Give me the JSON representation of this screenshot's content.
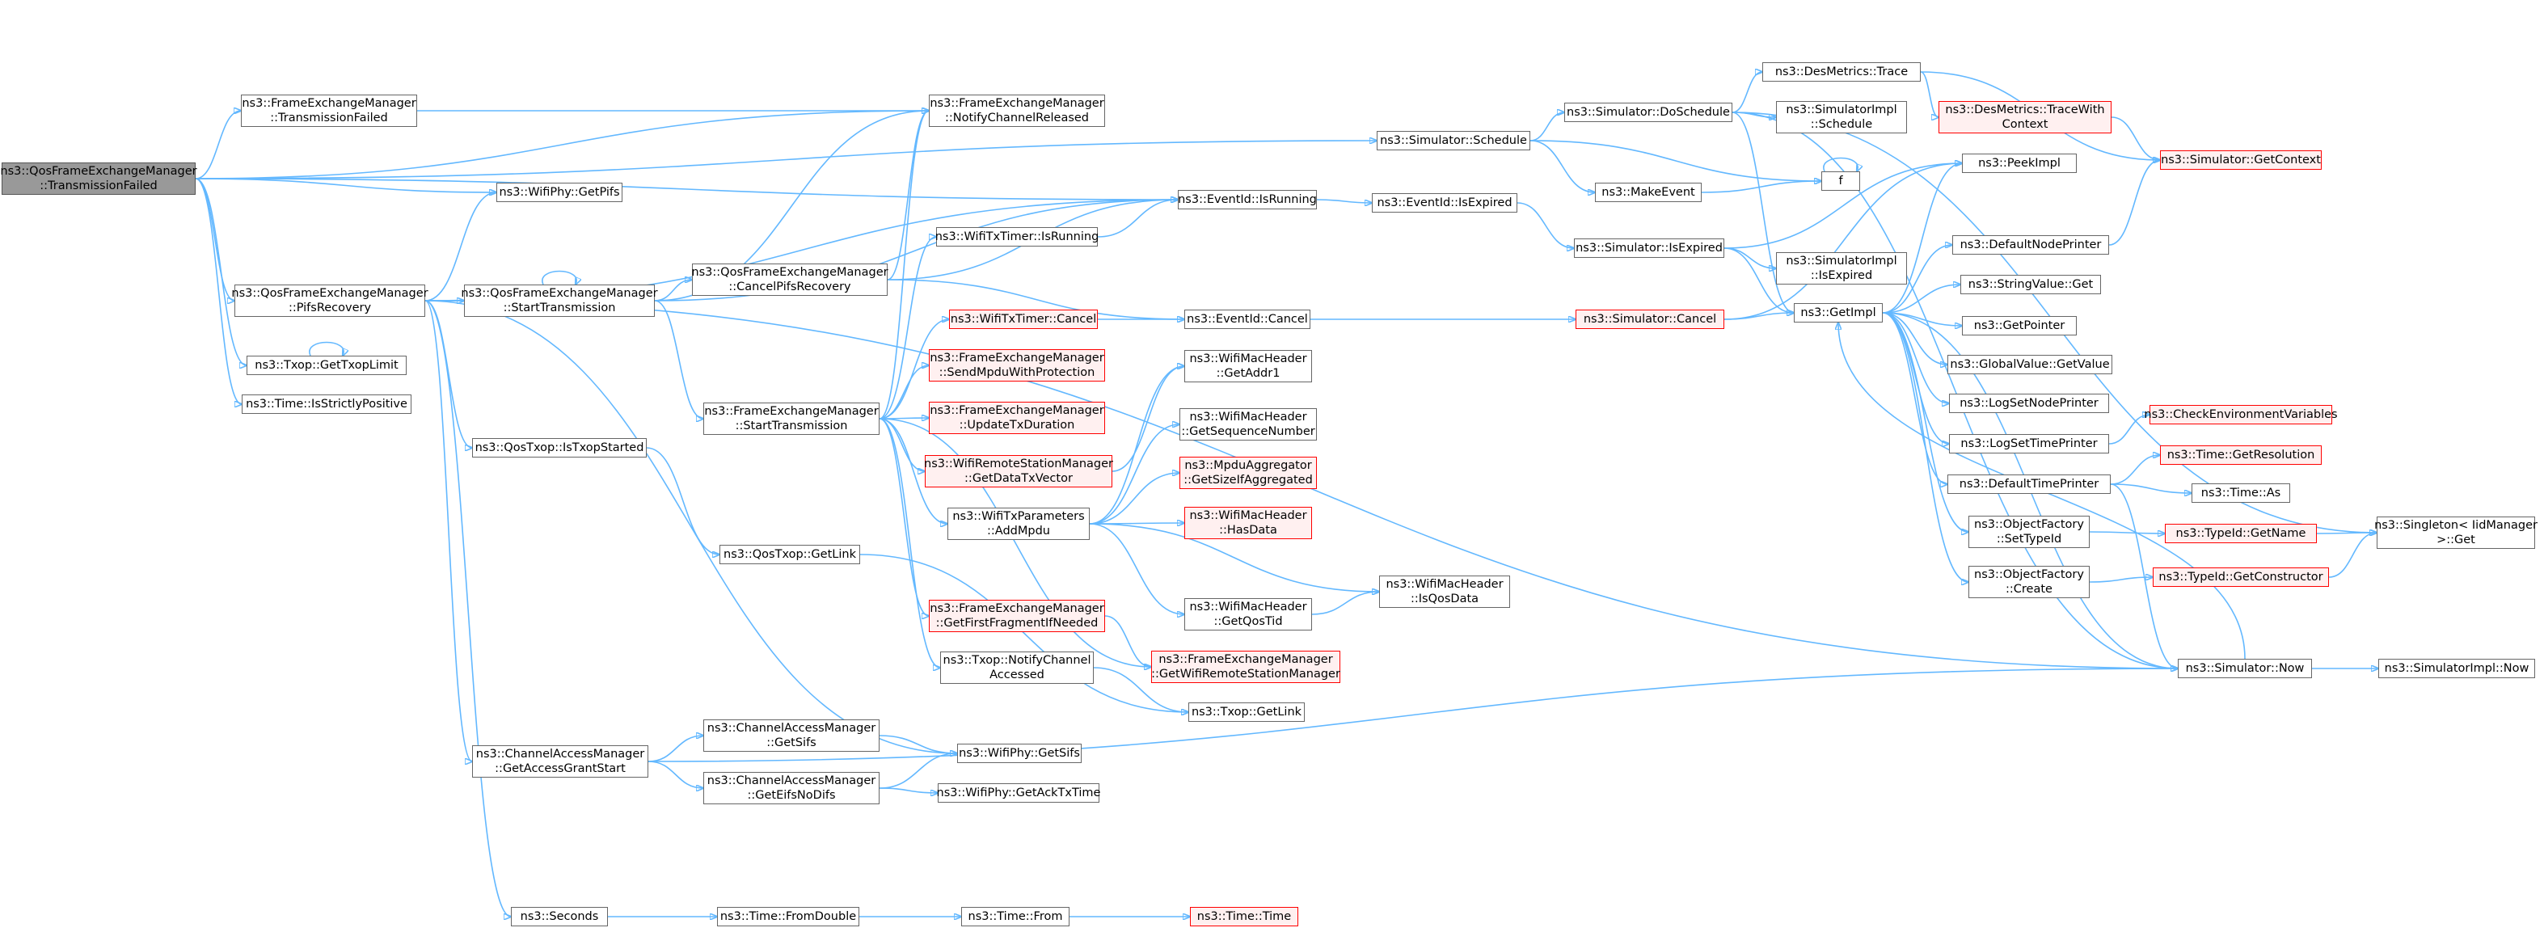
{
  "diagram": {
    "colors": {
      "edge": "#63b8ff",
      "node_border": "#666666",
      "node_fill": "#ffffff",
      "root_fill": "#999999",
      "truncated_border": "#ff0000",
      "truncated_fill": "#fff0f0"
    },
    "nodes": [
      {
        "id": "root",
        "lines": [
          "ns3::QosFrameExchangeManager",
          "::TransmissionFailed"
        ],
        "style": "root"
      },
      {
        "id": "fem_txfailed",
        "lines": [
          "ns3::FrameExchangeManager",
          "::TransmissionFailed"
        ],
        "style": "normal"
      },
      {
        "id": "fem_notify",
        "lines": [
          "ns3::FrameExchangeManager",
          "::NotifyChannelReleased"
        ],
        "style": "normal"
      },
      {
        "id": "wifiphy_getpifs",
        "lines": [
          "ns3::WifiPhy::GetPifs"
        ],
        "style": "normal"
      },
      {
        "id": "qfem_pifs",
        "lines": [
          "ns3::QosFrameExchangeManager",
          "::PifsRecovery"
        ],
        "style": "normal"
      },
      {
        "id": "txop_gettxoplimit",
        "lines": [
          "ns3::Txop::GetTxopLimit"
        ],
        "style": "normal"
      },
      {
        "id": "time_isstrictlypos",
        "lines": [
          "ns3::Time::IsStrictlyPositive"
        ],
        "style": "normal"
      },
      {
        "id": "qfem_start",
        "lines": [
          "ns3::QosFrameExchangeManager",
          "::StartTransmission"
        ],
        "style": "normal"
      },
      {
        "id": "qfem_cancelpifs",
        "lines": [
          "ns3::QosFrameExchangeManager",
          "::CancelPifsRecovery"
        ],
        "style": "normal"
      },
      {
        "id": "qostxop_istxopstarted",
        "lines": [
          "ns3::QosTxop::IsTxopStarted"
        ],
        "style": "normal"
      },
      {
        "id": "qostxop_getlink",
        "lines": [
          "ns3::QosTxop::GetLink"
        ],
        "style": "normal"
      },
      {
        "id": "fem_start",
        "lines": [
          "ns3::FrameExchangeManager",
          "::StartTransmission"
        ],
        "style": "normal"
      },
      {
        "id": "cam_grant",
        "lines": [
          "ns3::ChannelAccessManager",
          "::GetAccessGrantStart"
        ],
        "style": "normal"
      },
      {
        "id": "cam_getsifs",
        "lines": [
          "ns3::ChannelAccessManager",
          "::GetSifs"
        ],
        "style": "normal"
      },
      {
        "id": "cam_geteifs",
        "lines": [
          "ns3::ChannelAccessManager",
          "::GetEifsNoDifs"
        ],
        "style": "normal"
      },
      {
        "id": "seconds",
        "lines": [
          "ns3::Seconds"
        ],
        "style": "normal"
      },
      {
        "id": "time_fromdouble",
        "lines": [
          "ns3::Time::FromDouble"
        ],
        "style": "normal"
      },
      {
        "id": "time_from",
        "lines": [
          "ns3::Time::From"
        ],
        "style": "normal"
      },
      {
        "id": "time_time",
        "lines": [
          "ns3::Time::Time"
        ],
        "style": "red"
      },
      {
        "id": "wifitxtimer_isrunning",
        "lines": [
          "ns3::WifiTxTimer::IsRunning"
        ],
        "style": "normal"
      },
      {
        "id": "wifitxtimer_cancel",
        "lines": [
          "ns3::WifiTxTimer::Cancel"
        ],
        "style": "red"
      },
      {
        "id": "fem_sendmpdu",
        "lines": [
          "ns3::FrameExchangeManager",
          "::SendMpduWithProtection"
        ],
        "style": "red"
      },
      {
        "id": "fem_updatetx",
        "lines": [
          "ns3::FrameExchangeManager",
          "::UpdateTxDuration"
        ],
        "style": "red"
      },
      {
        "id": "wrsm_getdatatx",
        "lines": [
          "ns3::WifiRemoteStationManager",
          "::GetDataTxVector"
        ],
        "style": "red"
      },
      {
        "id": "wifitxparams_addmpdu",
        "lines": [
          "ns3::WifiTxParameters",
          "::AddMpdu"
        ],
        "style": "normal"
      },
      {
        "id": "fem_getfirstfrag",
        "lines": [
          "ns3::FrameExchangeManager",
          "::GetFirstFragmentIfNeeded"
        ],
        "style": "red"
      },
      {
        "id": "txop_notifychannel",
        "lines": [
          "ns3::Txop::NotifyChannel",
          "Accessed"
        ],
        "style": "normal"
      },
      {
        "id": "fem_getwrsm",
        "lines": [
          "ns3::FrameExchangeManager",
          "::GetWifiRemoteStationManager"
        ],
        "style": "red"
      },
      {
        "id": "txop_getlink",
        "lines": [
          "ns3::Txop::GetLink"
        ],
        "style": "normal"
      },
      {
        "id": "wifiphy_getsifs",
        "lines": [
          "ns3::WifiPhy::GetSifs"
        ],
        "style": "normal"
      },
      {
        "id": "wifiphy_getacktx",
        "lines": [
          "ns3::WifiPhy::GetAckTxTime"
        ],
        "style": "normal"
      },
      {
        "id": "eventid_isrunning",
        "lines": [
          "ns3::EventId::IsRunning"
        ],
        "style": "normal"
      },
      {
        "id": "eventid_cancel",
        "lines": [
          "ns3::EventId::Cancel"
        ],
        "style": "normal"
      },
      {
        "id": "eventid_isexpired",
        "lines": [
          "ns3::EventId::IsExpired"
        ],
        "style": "normal"
      },
      {
        "id": "wmh_getaddr1",
        "lines": [
          "ns3::WifiMacHeader",
          "::GetAddr1"
        ],
        "style": "normal"
      },
      {
        "id": "wmh_getseq",
        "lines": [
          "ns3::WifiMacHeader",
          "::GetSequenceNumber"
        ],
        "style": "normal"
      },
      {
        "id": "mpduagg_getsize",
        "lines": [
          "ns3::MpduAggregator",
          "::GetSizeIfAggregated"
        ],
        "style": "red"
      },
      {
        "id": "wmh_hasdata",
        "lines": [
          "ns3::WifiMacHeader",
          "::HasData"
        ],
        "style": "red"
      },
      {
        "id": "wmh_getqostid",
        "lines": [
          "ns3::WifiMacHeader",
          "::GetQosTid"
        ],
        "style": "normal"
      },
      {
        "id": "wmh_isqosdata",
        "lines": [
          "ns3::WifiMacHeader",
          "::IsQosData"
        ],
        "style": "normal"
      },
      {
        "id": "sim_schedule",
        "lines": [
          "ns3::Simulator::Schedule"
        ],
        "style": "normal"
      },
      {
        "id": "sim_doschedule",
        "lines": [
          "ns3::Simulator::DoSchedule"
        ],
        "style": "normal"
      },
      {
        "id": "makeevent",
        "lines": [
          "ns3::MakeEvent"
        ],
        "style": "normal"
      },
      {
        "id": "sim_isexpired",
        "lines": [
          "ns3::Simulator::IsExpired"
        ],
        "style": "normal"
      },
      {
        "id": "sim_cancel",
        "lines": [
          "ns3::Simulator::Cancel"
        ],
        "style": "red"
      },
      {
        "id": "desmetrics_trace",
        "lines": [
          "ns3::DesMetrics::Trace"
        ],
        "style": "normal"
      },
      {
        "id": "desmetrics_tracewith",
        "lines": [
          "ns3::DesMetrics::TraceWith",
          "Context"
        ],
        "style": "red"
      },
      {
        "id": "simimpl_schedule",
        "lines": [
          "ns3::SimulatorImpl",
          "::Schedule"
        ],
        "style": "normal"
      },
      {
        "id": "simimpl_isexpired",
        "lines": [
          "ns3::SimulatorImpl",
          "::IsExpired"
        ],
        "style": "normal"
      },
      {
        "id": "f",
        "lines": [
          "f"
        ],
        "style": "normal"
      },
      {
        "id": "getimpl",
        "lines": [
          "ns3::GetImpl"
        ],
        "style": "normal"
      },
      {
        "id": "peekimpl",
        "lines": [
          "ns3::PeekImpl"
        ],
        "style": "normal"
      },
      {
        "id": "defaultnodeprinter",
        "lines": [
          "ns3::DefaultNodePrinter"
        ],
        "style": "normal"
      },
      {
        "id": "stringvalue_get",
        "lines": [
          "ns3::StringValue::Get"
        ],
        "style": "normal"
      },
      {
        "id": "getpointer",
        "lines": [
          "ns3::GetPointer"
        ],
        "style": "normal"
      },
      {
        "id": "globalvalue_getvalue",
        "lines": [
          "ns3::GlobalValue::GetValue"
        ],
        "style": "normal"
      },
      {
        "id": "logsetnodeprinter",
        "lines": [
          "ns3::LogSetNodePrinter"
        ],
        "style": "normal"
      },
      {
        "id": "logsettimeprinter",
        "lines": [
          "ns3::LogSetTimePrinter"
        ],
        "style": "normal"
      },
      {
        "id": "defaulttimeprinter",
        "lines": [
          "ns3::DefaultTimePrinter"
        ],
        "style": "normal"
      },
      {
        "id": "objfactory_settypeid",
        "lines": [
          "ns3::ObjectFactory",
          "::SetTypeId"
        ],
        "style": "normal"
      },
      {
        "id": "objfactory_create",
        "lines": [
          "ns3::ObjectFactory",
          "::Create"
        ],
        "style": "normal"
      },
      {
        "id": "sim_getcontext",
        "lines": [
          "ns3::Simulator::GetContext"
        ],
        "style": "red"
      },
      {
        "id": "checkenvvars",
        "lines": [
          "ns3::CheckEnvironmentVariables"
        ],
        "style": "red"
      },
      {
        "id": "time_getresolution",
        "lines": [
          "ns3::Time::GetResolution"
        ],
        "style": "red"
      },
      {
        "id": "time_as",
        "lines": [
          "ns3::Time::As"
        ],
        "style": "normal"
      },
      {
        "id": "typeid_getname",
        "lines": [
          "ns3::TypeId::GetName"
        ],
        "style": "red"
      },
      {
        "id": "typeid_getconstructor",
        "lines": [
          "ns3::TypeId::GetConstructor"
        ],
        "style": "red"
      },
      {
        "id": "singleton_get",
        "lines": [
          "ns3::Singleton< IidManager",
          ">::Get"
        ],
        "style": "normal"
      },
      {
        "id": "sim_now",
        "lines": [
          "ns3::Simulator::Now"
        ],
        "style": "normal"
      },
      {
        "id": "simimpl_now",
        "lines": [
          "ns3::SimulatorImpl::Now"
        ],
        "style": "normal"
      }
    ],
    "edges": [
      [
        "root",
        "fem_txfailed"
      ],
      [
        "root",
        "fem_notify"
      ],
      [
        "root",
        "wifiphy_getpifs"
      ],
      [
        "root",
        "qfem_pifs"
      ],
      [
        "root",
        "txop_gettxoplimit"
      ],
      [
        "root",
        "time_isstrictlypos"
      ],
      [
        "root",
        "eventid_isrunning"
      ],
      [
        "root",
        "sim_schedule"
      ],
      [
        "fem_txfailed",
        "fem_notify"
      ],
      [
        "qfem_pifs",
        "wifiphy_getpifs"
      ],
      [
        "qfem_pifs",
        "qfem_start"
      ],
      [
        "qfem_pifs",
        "eventid_isrunning"
      ],
      [
        "qfem_pifs",
        "qostxop_istxopstarted"
      ],
      [
        "qfem_pifs",
        "cam_grant"
      ],
      [
        "qfem_pifs",
        "wifiphy_getsifs"
      ],
      [
        "qfem_pifs",
        "seconds"
      ],
      [
        "qfem_pifs",
        "sim_now"
      ],
      [
        "txop_gettxoplimit",
        "txop_gettxoplimit"
      ],
      [
        "qfem_start",
        "qfem_start"
      ],
      [
        "qfem_start",
        "qfem_cancelpifs"
      ],
      [
        "qfem_start",
        "fem_notify"
      ],
      [
        "qfem_start",
        "eventid_isrunning"
      ],
      [
        "qfem_start",
        "fem_start"
      ],
      [
        "qfem_cancelpifs",
        "fem_notify"
      ],
      [
        "qfem_cancelpifs",
        "eventid_isrunning"
      ],
      [
        "qfem_cancelpifs",
        "eventid_cancel"
      ],
      [
        "qostxop_istxopstarted",
        "qostxop_getlink"
      ],
      [
        "qostxop_getlink",
        "txop_getlink"
      ],
      [
        "fem_start",
        "fem_notify"
      ],
      [
        "fem_start",
        "wifitxtimer_isrunning"
      ],
      [
        "fem_start",
        "wifitxtimer_cancel"
      ],
      [
        "fem_start",
        "fem_sendmpdu"
      ],
      [
        "fem_start",
        "fem_updatetx"
      ],
      [
        "fem_start",
        "wrsm_getdatatx"
      ],
      [
        "fem_start",
        "wifitxparams_addmpdu"
      ],
      [
        "fem_start",
        "fem_getfirstfrag"
      ],
      [
        "fem_start",
        "txop_notifychannel"
      ],
      [
        "fem_start",
        "fem_getwrsm"
      ],
      [
        "cam_grant",
        "cam_getsifs"
      ],
      [
        "cam_grant",
        "cam_geteifs"
      ],
      [
        "cam_grant",
        "sim_now"
      ],
      [
        "cam_getsifs",
        "wifiphy_getsifs"
      ],
      [
        "cam_geteifs",
        "wifiphy_getsifs"
      ],
      [
        "cam_geteifs",
        "wifiphy_getacktx"
      ],
      [
        "seconds",
        "time_fromdouble"
      ],
      [
        "time_fromdouble",
        "time_from"
      ],
      [
        "time_from",
        "time_time"
      ],
      [
        "wifitxtimer_isrunning",
        "eventid_isrunning"
      ],
      [
        "wifitxtimer_cancel",
        "eventid_cancel"
      ],
      [
        "wrsm_getdatatx",
        "wmh_getaddr1"
      ],
      [
        "wifitxparams_addmpdu",
        "wmh_getaddr1"
      ],
      [
        "wifitxparams_addmpdu",
        "wmh_getseq"
      ],
      [
        "wifitxparams_addmpdu",
        "mpduagg_getsize"
      ],
      [
        "wifitxparams_addmpdu",
        "wmh_hasdata"
      ],
      [
        "wifitxparams_addmpdu",
        "wmh_getqostid"
      ],
      [
        "wifitxparams_addmpdu",
        "wmh_isqosdata"
      ],
      [
        "fem_getfirstfrag",
        "fem_getwrsm"
      ],
      [
        "txop_notifychannel",
        "txop_getlink"
      ],
      [
        "wmh_getqostid",
        "wmh_isqosdata"
      ],
      [
        "eventid_isrunning",
        "eventid_isexpired"
      ],
      [
        "eventid_cancel",
        "sim_cancel"
      ],
      [
        "eventid_isexpired",
        "sim_isexpired"
      ],
      [
        "sim_schedule",
        "sim_doschedule"
      ],
      [
        "sim_schedule",
        "makeevent"
      ],
      [
        "sim_schedule",
        "f"
      ],
      [
        "sim_doschedule",
        "desmetrics_trace"
      ],
      [
        "sim_doschedule",
        "simimpl_schedule"
      ],
      [
        "sim_doschedule",
        "getimpl"
      ],
      [
        "sim_doschedule",
        "sim_now"
      ],
      [
        "sim_doschedule",
        "singleton_get"
      ],
      [
        "makeevent",
        "f"
      ],
      [
        "f",
        "f"
      ],
      [
        "sim_isexpired",
        "simimpl_isexpired"
      ],
      [
        "sim_isexpired",
        "getimpl"
      ],
      [
        "sim_isexpired",
        "peekimpl"
      ],
      [
        "sim_cancel",
        "getimpl"
      ],
      [
        "sim_cancel",
        "peekimpl"
      ],
      [
        "desmetrics_trace",
        "desmetrics_tracewith"
      ],
      [
        "desmetrics_trace",
        "sim_getcontext"
      ],
      [
        "desmetrics_tracewith",
        "sim_getcontext"
      ],
      [
        "getimpl",
        "peekimpl"
      ],
      [
        "getimpl",
        "defaultnodeprinter"
      ],
      [
        "getimpl",
        "stringvalue_get"
      ],
      [
        "getimpl",
        "getpointer"
      ],
      [
        "getimpl",
        "globalvalue_getvalue"
      ],
      [
        "getimpl",
        "logsetnodeprinter"
      ],
      [
        "getimpl",
        "logsettimeprinter"
      ],
      [
        "getimpl",
        "defaulttimeprinter"
      ],
      [
        "getimpl",
        "objfactory_settypeid"
      ],
      [
        "getimpl",
        "objfactory_create"
      ],
      [
        "getimpl",
        "sim_now"
      ],
      [
        "defaultnodeprinter",
        "sim_getcontext"
      ],
      [
        "logsettimeprinter",
        "checkenvvars"
      ],
      [
        "defaulttimeprinter",
        "time_getresolution"
      ],
      [
        "defaulttimeprinter",
        "time_as"
      ],
      [
        "defaulttimeprinter",
        "sim_now"
      ],
      [
        "objfactory_settypeid",
        "typeid_getname"
      ],
      [
        "objfactory_create",
        "typeid_getconstructor"
      ],
      [
        "typeid_getname",
        "singleton_get"
      ],
      [
        "typeid_getconstructor",
        "singleton_get"
      ],
      [
        "sim_now",
        "getimpl"
      ],
      [
        "sim_now",
        "simimpl_now"
      ]
    ]
  }
}
